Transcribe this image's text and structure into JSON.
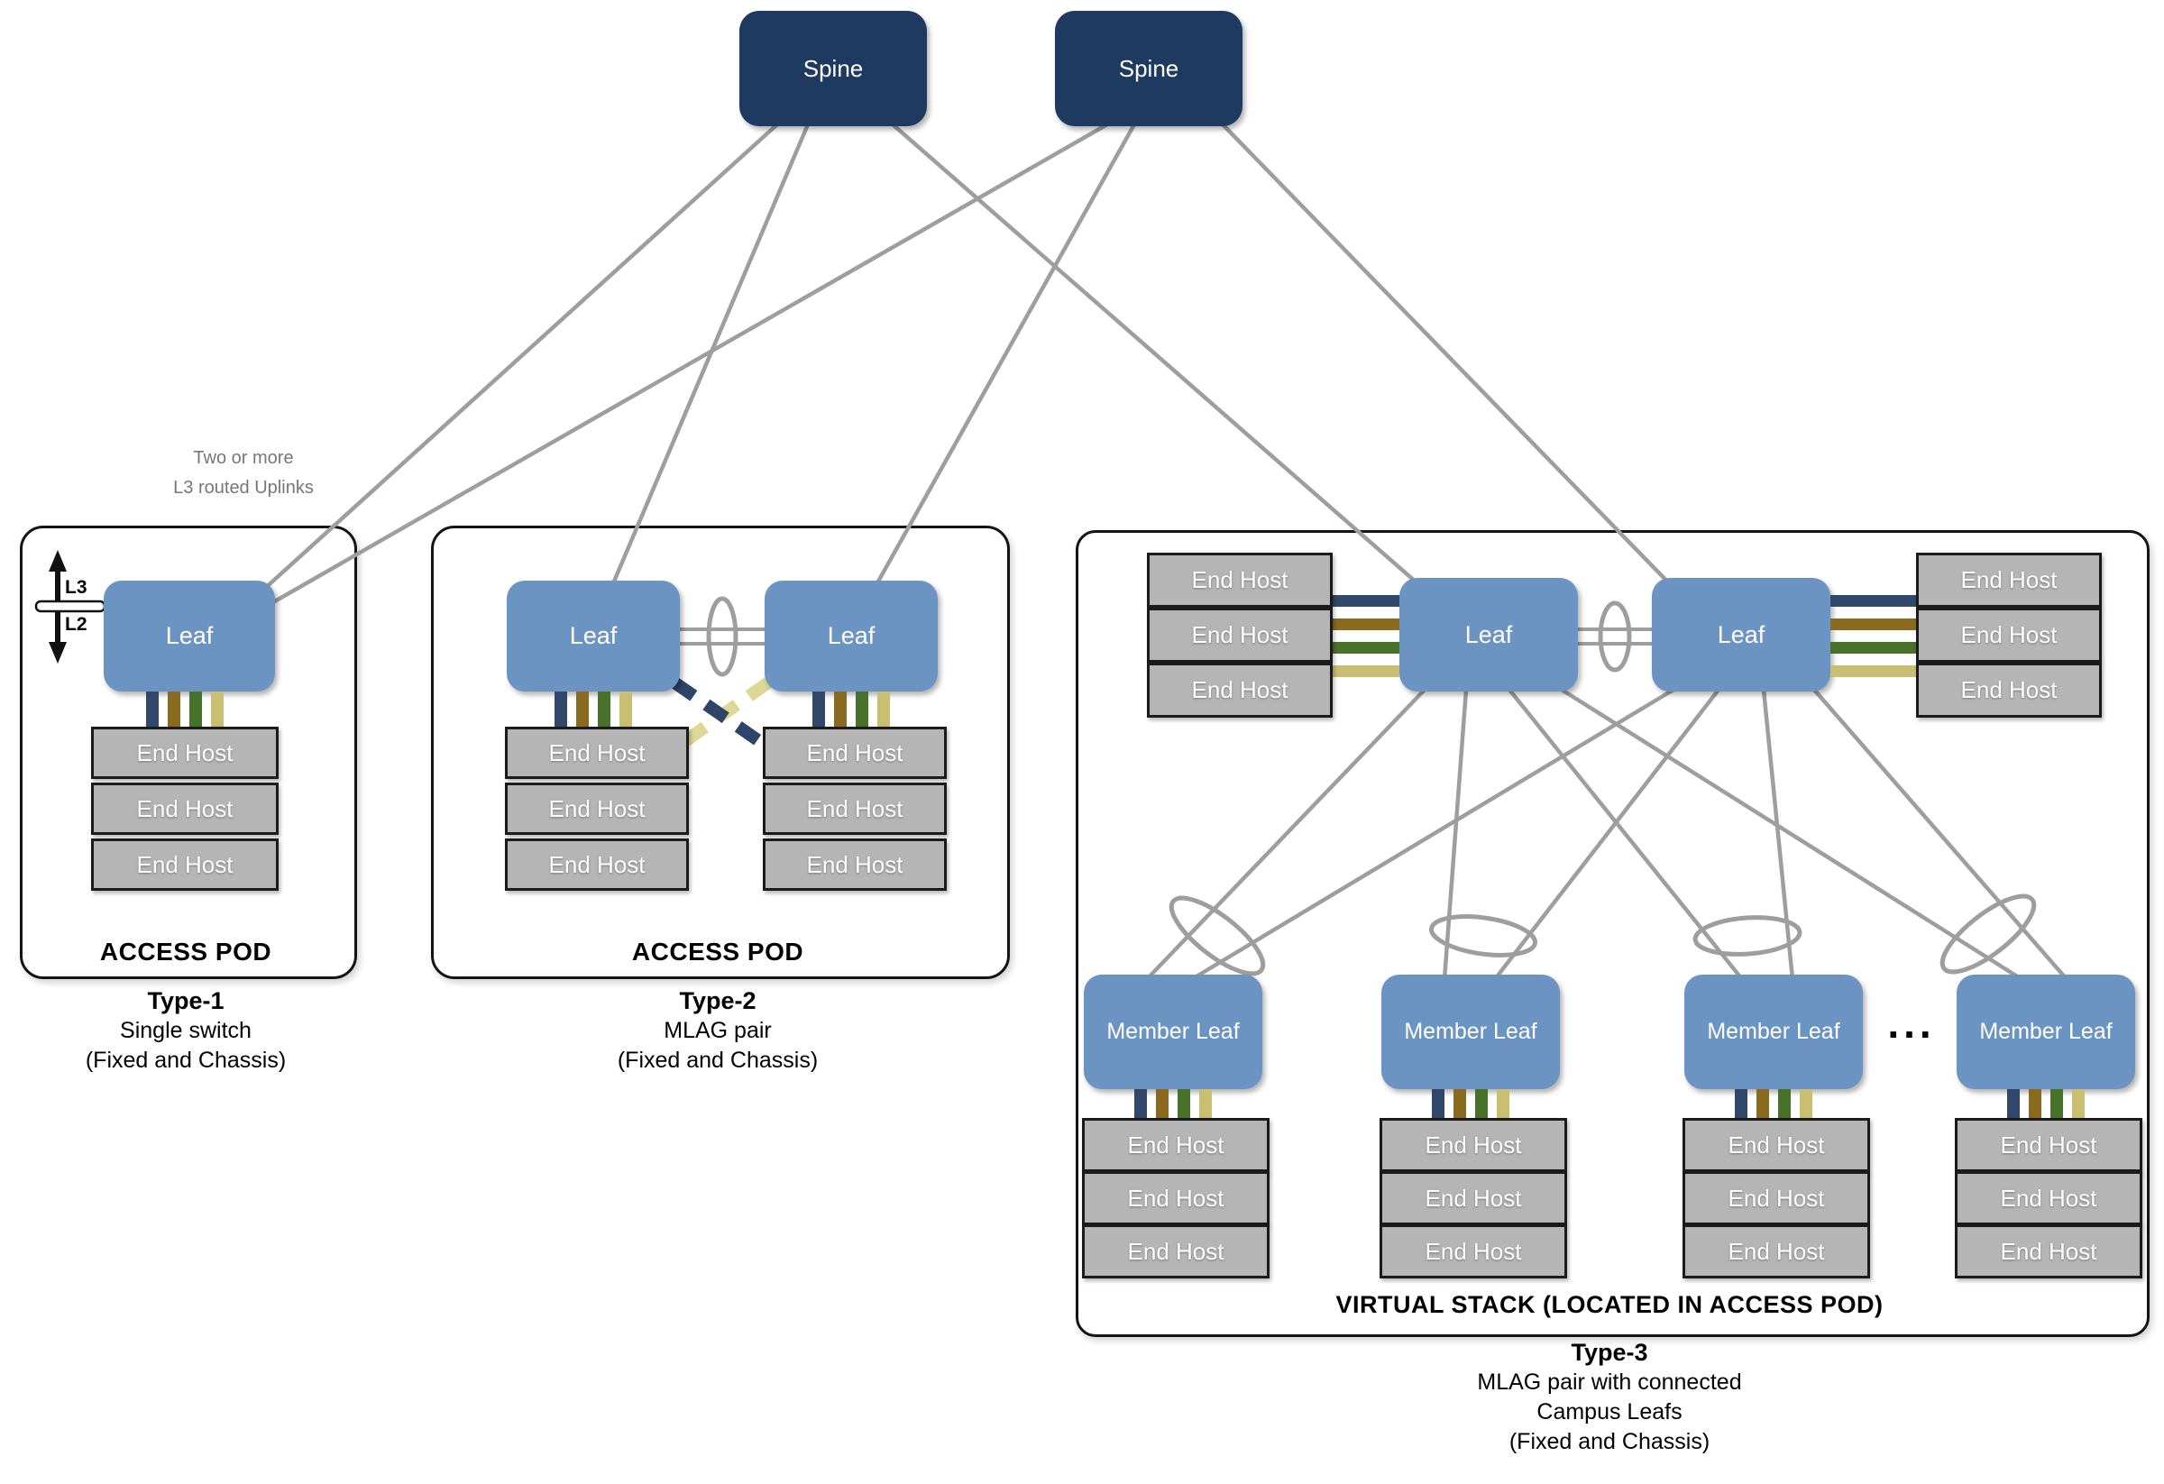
{
  "colors": {
    "spine_fill": "#1f3a60",
    "leaf_fill": "#6b94c3",
    "end_host_fill": "#b5b5b5",
    "link_gray": "#9e9e9e",
    "band_navy": "#31486a",
    "band_gold": "#8a6a1f",
    "band_green": "#48722a",
    "band_khaki": "#c9bf72",
    "dashed_navy": "#2e4468",
    "dashed_khaki": "#ded896"
  },
  "spine_row": {
    "spine1": "Spine",
    "spine2": "Spine"
  },
  "uplink_note": {
    "line1": "Two or more",
    "line2": "L3 routed Uplinks"
  },
  "layer_markers": {
    "l3": "L3",
    "l2": "L2"
  },
  "pod1": {
    "leaf": "Leaf",
    "end_hosts": [
      "End Host",
      "End Host",
      "End Host"
    ],
    "pod_label": "ACCESS POD",
    "caption": {
      "title": "Type-1",
      "line1": "Single switch",
      "line2": "(Fixed and Chassis)"
    }
  },
  "pod2": {
    "leaf_left": "Leaf",
    "leaf_right": "Leaf",
    "end_hosts_left": [
      "End Host",
      "End Host",
      "End Host"
    ],
    "end_hosts_right": [
      "End Host",
      "End Host",
      "End Host"
    ],
    "pod_label": "ACCESS POD",
    "caption": {
      "title": "Type-2",
      "line1": "MLAG pair",
      "line2": "(Fixed and Chassis)"
    }
  },
  "pod3": {
    "leaf_left": "Leaf",
    "leaf_right": "Leaf",
    "end_hosts_left": [
      "End Host",
      "End Host",
      "End Host"
    ],
    "end_hosts_right": [
      "End Host",
      "End Host",
      "End Host"
    ],
    "member_leafs": [
      "Member Leaf",
      "Member Leaf",
      "Member Leaf",
      "Member Leaf"
    ],
    "ellipsis": "...",
    "member_end_hosts": [
      [
        "End Host",
        "End Host",
        "End Host"
      ],
      [
        "End Host",
        "End Host",
        "End Host"
      ],
      [
        "End Host",
        "End Host",
        "End Host"
      ],
      [
        "End Host",
        "End Host",
        "End Host"
      ]
    ],
    "pod_label": "VIRTUAL STACK (LOCATED IN ACCESS POD)",
    "caption": {
      "title": "Type-3",
      "line1": "MLAG pair with connected",
      "line2": "Campus Leafs",
      "line3": "(Fixed and Chassis)"
    }
  }
}
